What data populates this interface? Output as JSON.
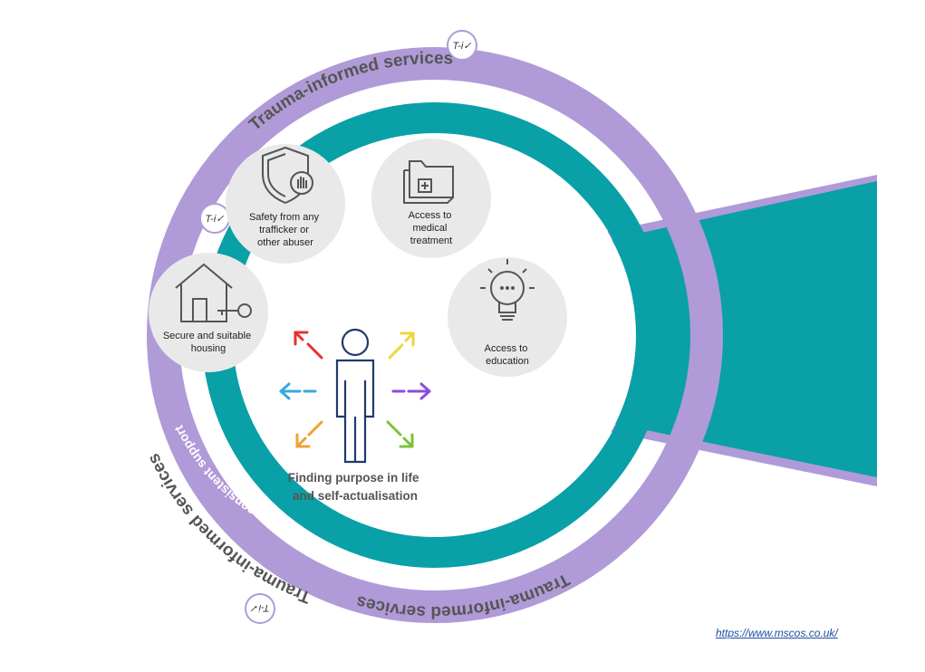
{
  "outer_ring": {
    "label": "Trauma-informed services",
    "badge": "T-i✓"
  },
  "inner_ring": {
    "label": "Long-term, consistent support"
  },
  "nodes": [
    {
      "id": "safety",
      "lines": [
        "Safety from any",
        "trafficker or",
        "other abuser"
      ],
      "icon": "shield-hand-icon"
    },
    {
      "id": "medical",
      "lines": [
        "Access to",
        "medical",
        "treatment"
      ],
      "icon": "medical-folder-icon"
    },
    {
      "id": "housing",
      "lines": [
        "Secure and suitable",
        "housing"
      ],
      "icon": "house-key-icon"
    },
    {
      "id": "education",
      "lines": [
        "Access to",
        "education"
      ],
      "icon": "lightbulb-icon"
    }
  ],
  "center": {
    "lines": [
      "Finding purpose in life",
      "and self-actualisation"
    ],
    "icon": "person-icon"
  },
  "arrows": [
    {
      "color": "#e8312c",
      "direction": "up-left"
    },
    {
      "color": "#f2d43a",
      "direction": "up-right"
    },
    {
      "color": "#3aa6e0",
      "direction": "left"
    },
    {
      "color": "#8a4be0",
      "direction": "right"
    },
    {
      "color": "#f0a030",
      "direction": "down-left"
    },
    {
      "color": "#7cc23a",
      "direction": "down-right"
    }
  ],
  "colors": {
    "purple": "#b09ad8",
    "teal": "#0aa0a8",
    "node_bg": "#e9e9e9",
    "icon_stroke": "#555555",
    "person_stroke": "#1f3a6e"
  },
  "footer": {
    "url": "https://www.mscos.co.uk/"
  }
}
